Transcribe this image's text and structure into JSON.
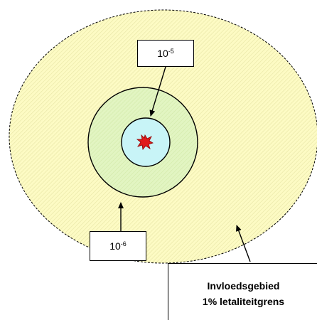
{
  "labels": {
    "risk_1e5": {
      "base": "10",
      "exponent": "-5"
    },
    "risk_1e6": {
      "base": "10",
      "exponent": "-6"
    },
    "influence_line1": "Invloedsgebied",
    "influence_line2": "1% letaliteitgrens"
  },
  "colors": {
    "outer_zone_fill": "#fdfbc4",
    "outer_zone_hatch": "#e9e7a8",
    "middle_zone_fill": "#e2f5c2",
    "inner_zone_fill": "#c8f4f7",
    "source_fill": "#e01b1b",
    "stroke": "#000000"
  },
  "icons": {
    "source": "explosion-icon"
  }
}
